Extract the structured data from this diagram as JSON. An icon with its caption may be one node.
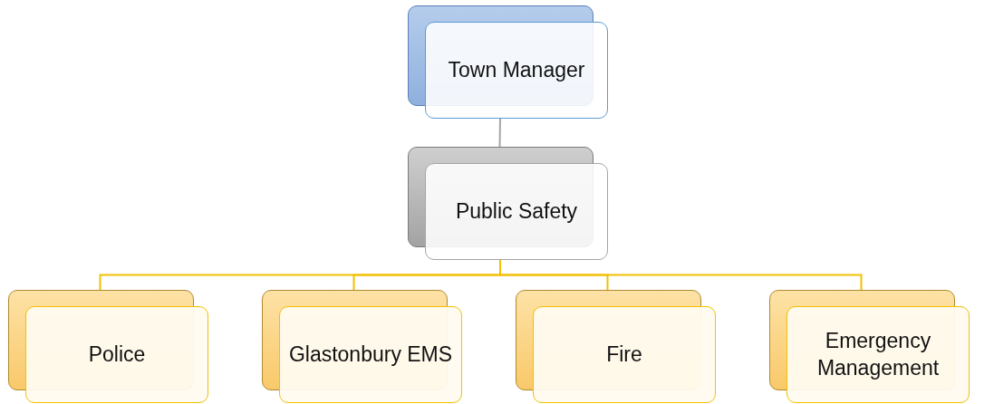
{
  "diagram": {
    "nodes": [
      {
        "text": [
          "Town Manager"
        ]
      },
      {
        "text": [
          "Public Safety"
        ]
      },
      {
        "text": [
          "Police"
        ]
      },
      {
        "text": [
          "Glastonbury EMS"
        ]
      },
      {
        "text": [
          "Fire"
        ]
      },
      {
        "text": [
          "Emergency Management"
        ]
      }
    ],
    "edges": [
      {
        "from": 0,
        "to": 1,
        "arrow": "none",
        "color": "#a6a6a6"
      },
      {
        "from": 1,
        "to": 2,
        "arrow": "none"
      },
      {
        "from": 1,
        "to": 3,
        "arrow": "none"
      },
      {
        "from": 1,
        "to": 4,
        "arrow": "none"
      },
      {
        "from": 1,
        "to": 5,
        "arrow": "none"
      }
    ]
  }
}
